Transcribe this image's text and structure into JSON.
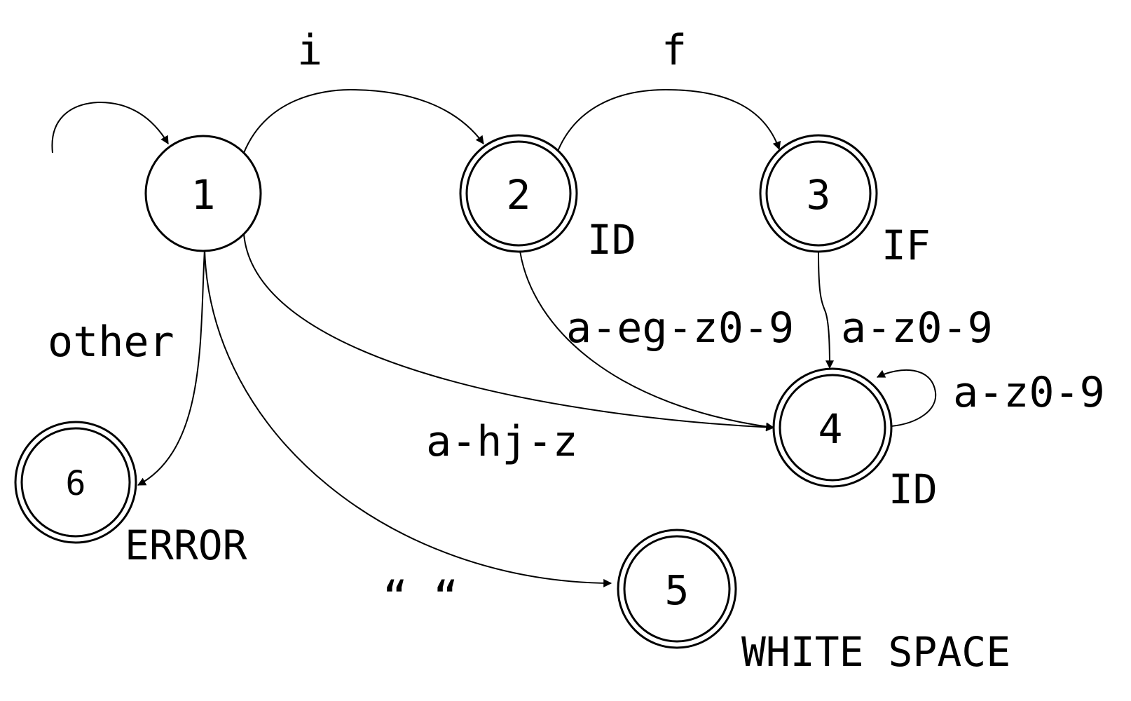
{
  "diagram": {
    "states": [
      {
        "id": "1",
        "label": "1",
        "accepting": false,
        "token": ""
      },
      {
        "id": "2",
        "label": "2",
        "accepting": true,
        "token": "ID"
      },
      {
        "id": "3",
        "label": "3",
        "accepting": true,
        "token": "IF"
      },
      {
        "id": "4",
        "label": "4",
        "accepting": true,
        "token": "ID"
      },
      {
        "id": "5",
        "label": "5",
        "accepting": true,
        "token": "WHITE SPACE"
      },
      {
        "id": "6",
        "label": "6",
        "accepting": true,
        "token": "ERROR"
      }
    ],
    "start_state": "1",
    "transitions": [
      {
        "from": "1",
        "to": "2",
        "label": "i"
      },
      {
        "from": "2",
        "to": "3",
        "label": "f"
      },
      {
        "from": "1",
        "to": "6",
        "label": "other"
      },
      {
        "from": "1",
        "to": "4",
        "label": "a-hj-z"
      },
      {
        "from": "2",
        "to": "4",
        "label": "a-eg-z0-9"
      },
      {
        "from": "3",
        "to": "4",
        "label": "a-z0-9"
      },
      {
        "from": "4",
        "to": "4",
        "label": "a-z0-9"
      },
      {
        "from": "1",
        "to": "5",
        "label": "“ “"
      }
    ]
  }
}
